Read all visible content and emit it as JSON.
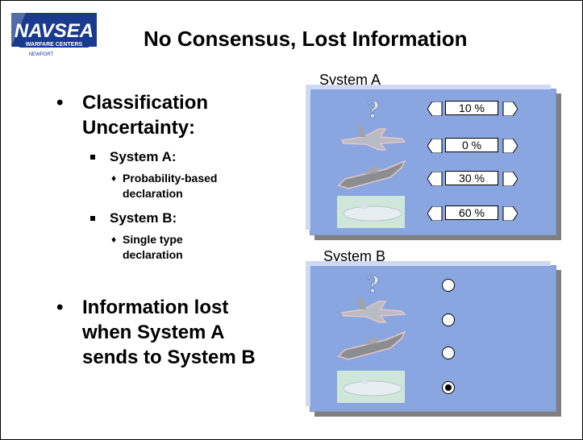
{
  "logo": {
    "text": "NAVSEA",
    "sub1": "WARFARE CENTERS",
    "sub2": "NEWPORT"
  },
  "title": "No Consensus, Lost Information",
  "bullets": {
    "b1": {
      "line1": "Classification",
      "line2": "Uncertainty:"
    },
    "sysA": "System A:",
    "sysA_sub": {
      "line1": "Probability-based",
      "line2": "declaration"
    },
    "sysB": "System B:",
    "sysB_sub": {
      "line1": "Single type",
      "line2": "declaration"
    },
    "b2": {
      "line1": "Information lost",
      "line2": "when System A",
      "line3": "sends to System B"
    }
  },
  "system_a": {
    "label": "System A",
    "rows": [
      {
        "icon": "question-mark-icon",
        "value": "10 %"
      },
      {
        "icon": "fighter-jet-icon",
        "value": "0 %"
      },
      {
        "icon": "warship-icon",
        "value": "30 %"
      },
      {
        "icon": "submarine-icon",
        "value": "60 %"
      }
    ]
  },
  "system_b": {
    "label": "System B",
    "rows": [
      {
        "icon": "question-mark-icon",
        "selected": false
      },
      {
        "icon": "fighter-jet-icon",
        "selected": false
      },
      {
        "icon": "warship-icon",
        "selected": false
      },
      {
        "icon": "submarine-icon",
        "selected": true
      }
    ]
  },
  "colors": {
    "panel": "#8aa6e0",
    "logo_blue": "#1a3a8f",
    "shadow": "#7f7f7f"
  }
}
